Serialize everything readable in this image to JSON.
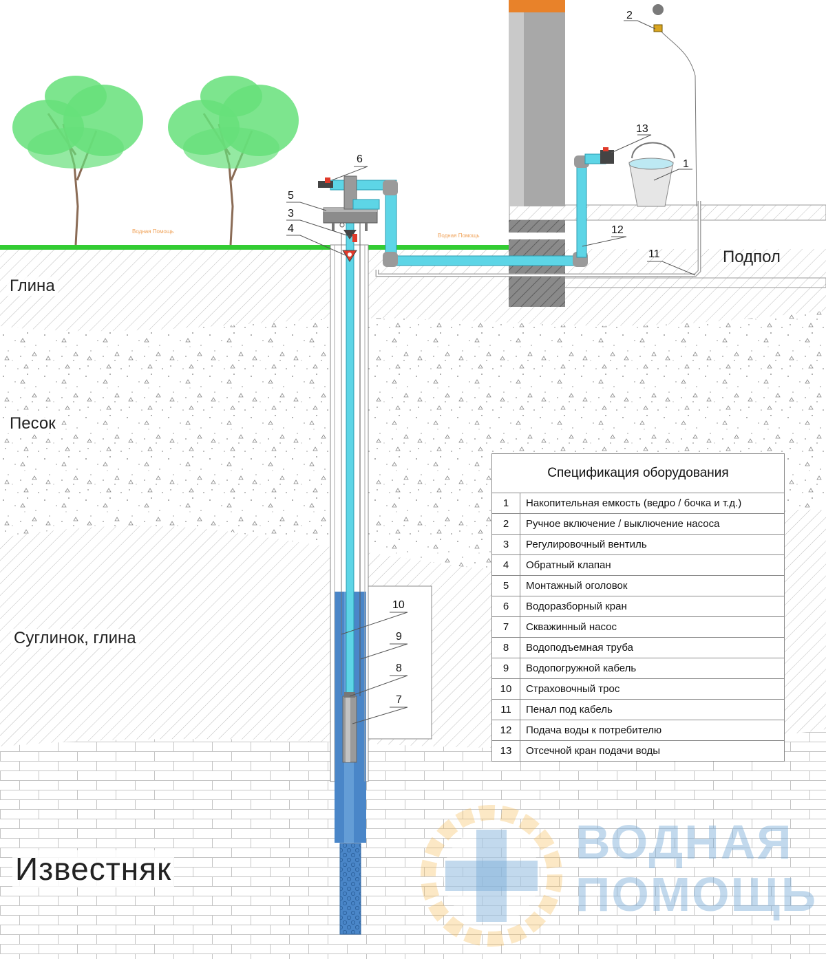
{
  "layers": {
    "clay": "Глина",
    "sand": "Песок",
    "loam": "Суглинок, глина",
    "limestone": "Известняк"
  },
  "room": {
    "basement": "Подпол"
  },
  "callouts": [
    "1",
    "2",
    "3",
    "4",
    "5",
    "6",
    "7",
    "8",
    "9",
    "10",
    "11",
    "12",
    "13"
  ],
  "watermark_small": "Водная Помощь",
  "brand": {
    "line1": "ВОДНАЯ",
    "line2": "ПОМОЩЬ"
  },
  "spec": {
    "title": "Спецификация оборудования",
    "rows": [
      {
        "num": "1",
        "text": "Накопительная емкость  (ведро / бочка и т.д.)"
      },
      {
        "num": "2",
        "text": "Ручное включение  / выключение насоса"
      },
      {
        "num": "3",
        "text": "Регулировочный вентиль"
      },
      {
        "num": "4",
        "text": "Обратный клапан"
      },
      {
        "num": "5",
        "text": "Монтажный оголовок"
      },
      {
        "num": "6",
        "text": "Водоразборный кран"
      },
      {
        "num": "7",
        "text": "Скважинный  насос"
      },
      {
        "num": "8",
        "text": "Водоподъемная труба"
      },
      {
        "num": "9",
        "text": "Водопогружной кабель"
      },
      {
        "num": "10",
        "text": "Страховочный трос"
      },
      {
        "num": "11",
        "text": "Пенал под кабель"
      },
      {
        "num": "12",
        "text": "Подача воды к потребителю"
      },
      {
        "num": "13",
        "text": "Отсечной кран подачи воды"
      }
    ]
  },
  "colors": {
    "grass": "#33cc33",
    "water": "#5dd5e6",
    "casing_water": "#4a86c8",
    "pipe_gray": "#9a9a9a",
    "foliage": "#66e07a",
    "column_cap": "#e8822a"
  }
}
